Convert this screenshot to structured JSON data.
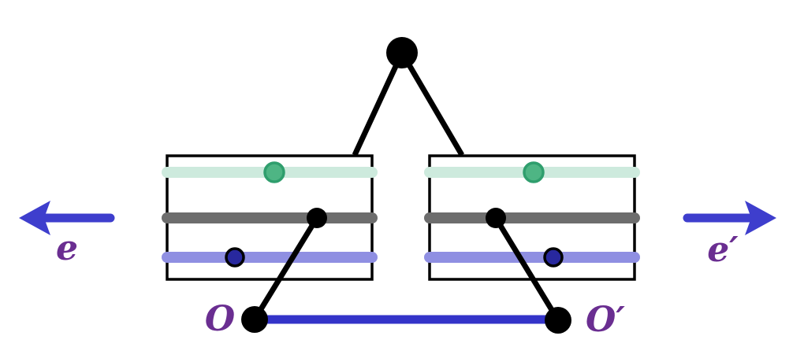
{
  "labels": {
    "left_arrow": "e",
    "right_arrow": "e′",
    "left_origin": "O",
    "right_origin": "O′"
  },
  "colors": {
    "black": "#000000",
    "arrow_blue": "#3e3ecd",
    "baseline_blue": "#3434c9",
    "label_purple": "#6a2e91",
    "mint_bar": "#cdeadd",
    "gray_bar": "#6d6d6d",
    "lavender_bar": "#8f8fe2",
    "green_dot_fill": "#4eb584",
    "green_dot_stroke": "#2f9e6d",
    "indigo_dot_fill": "#28289e",
    "box_stroke": "#000000",
    "background": "#ffffff"
  }
}
